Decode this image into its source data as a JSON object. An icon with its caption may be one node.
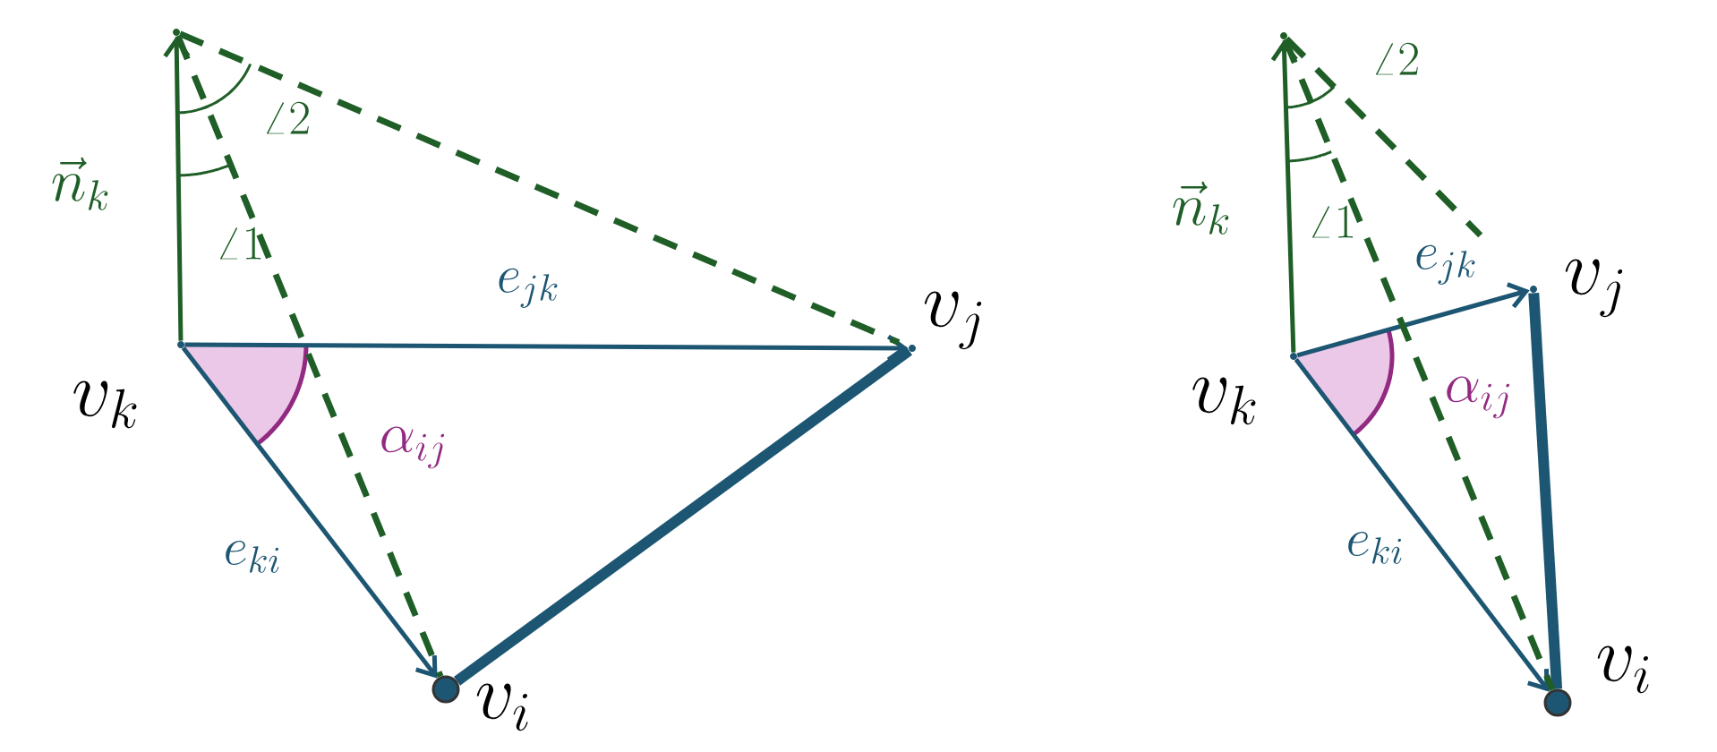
{
  "diagram": {
    "nodes": [
      {
        "text": [],
        "shape": "point",
        "beside": [
          "v_k"
        ]
      },
      {
        "text": [],
        "shape": "point",
        "beside": [
          "v_j"
        ]
      },
      {
        "text": [],
        "shape": "circle",
        "beside": [
          "v_i"
        ]
      },
      {
        "text": [],
        "shape": "point"
      },
      {
        "text": [],
        "shape": "point",
        "beside": [
          "v_k"
        ]
      },
      {
        "text": [],
        "shape": "point",
        "beside": [
          "v_j"
        ]
      },
      {
        "text": [],
        "shape": "circle",
        "beside": [
          "v_i"
        ]
      },
      {
        "text": [],
        "shape": "point"
      }
    ],
    "edges": [
      {
        "from": 0,
        "to": 1,
        "arrow": "to",
        "label": "e_{jk}"
      },
      {
        "from": 0,
        "to": 2,
        "arrow": "to",
        "label": "e_{ki}"
      },
      {
        "from": 1,
        "to": 2,
        "arrow": "none",
        "style": "thick"
      },
      {
        "from": 0,
        "to": 3,
        "arrow": "to",
        "label": "\\vec{n}_k",
        "color": "#1f5f27"
      },
      {
        "from": 3,
        "to": 1,
        "arrow": "none",
        "style": "dashed",
        "color": "#1f5f27"
      },
      {
        "from": 3,
        "to": 2,
        "arrow": "none",
        "style": "dashed",
        "color": "#1f5f27"
      },
      {
        "from": 4,
        "to": 5,
        "arrow": "to",
        "label": "e_{jk}"
      },
      {
        "from": 4,
        "to": 6,
        "arrow": "to",
        "label": "e_{ki}"
      },
      {
        "from": 5,
        "to": 6,
        "arrow": "none",
        "style": "thick"
      },
      {
        "from": 4,
        "to": 7,
        "arrow": "to",
        "label": "\\vec{n}_k",
        "color": "#1f5f27"
      },
      {
        "from": 7,
        "to": 5,
        "arrow": "none",
        "style": "dashed",
        "color": "#1f5f27"
      },
      {
        "from": 7,
        "to": 6,
        "arrow": "none",
        "style": "dashed",
        "color": "#1f5f27"
      }
    ],
    "labels": [
      "\\angle 2",
      "\\angle 1",
      "\\alpha_{ij}",
      "\\angle 2",
      "\\angle 1",
      "\\alpha_{ij}"
    ]
  }
}
